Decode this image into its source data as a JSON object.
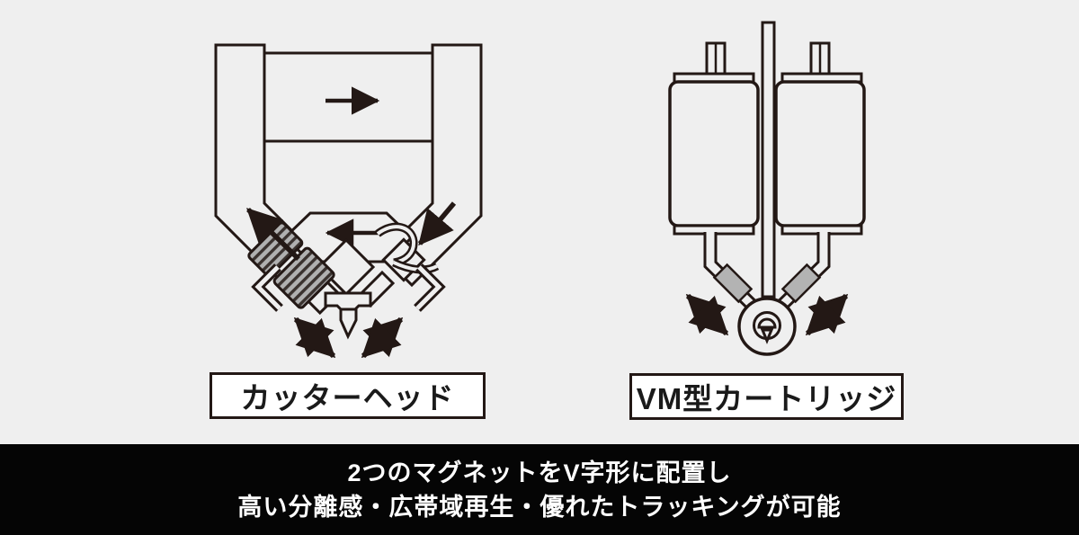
{
  "page": {
    "background_color": "#efefef",
    "line_color": "#231815",
    "magnet_gray": "#b3b3b3",
    "coil_gray": "#b0b0b0",
    "label_box_bg": "#ffffff",
    "caption_bg": "#050505",
    "caption_text_color": "#ffffff"
  },
  "cutter_head": {
    "label": "カッターヘッド",
    "icons": [
      "signal-direction-arrow-right",
      "signal-direction-arrow-left",
      "left-channel-arrow-up-left",
      "right-channel-arrow-down-left",
      "coil-hatched-cylinder",
      "armature-diamond",
      "cutting-stylus",
      "groove-motion-double-arrow-left",
      "groove-motion-double-arrow-right"
    ]
  },
  "vm_cartridge": {
    "label": "VM型カートリッジ",
    "icons": [
      "left-coil-cylinder",
      "right-coil-cylinder",
      "center-shield-plate",
      "cantilever-tube-left",
      "cantilever-tube-right",
      "magnet-left",
      "magnet-right",
      "stylus-in-groove-symbol",
      "motion-double-arrow-left",
      "motion-double-arrow-right"
    ]
  },
  "caption": {
    "line1": "2つのマグネットをV字形に配置し",
    "line2": "高い分離感・広帯域再生・優れたトラッキングが可能"
  }
}
